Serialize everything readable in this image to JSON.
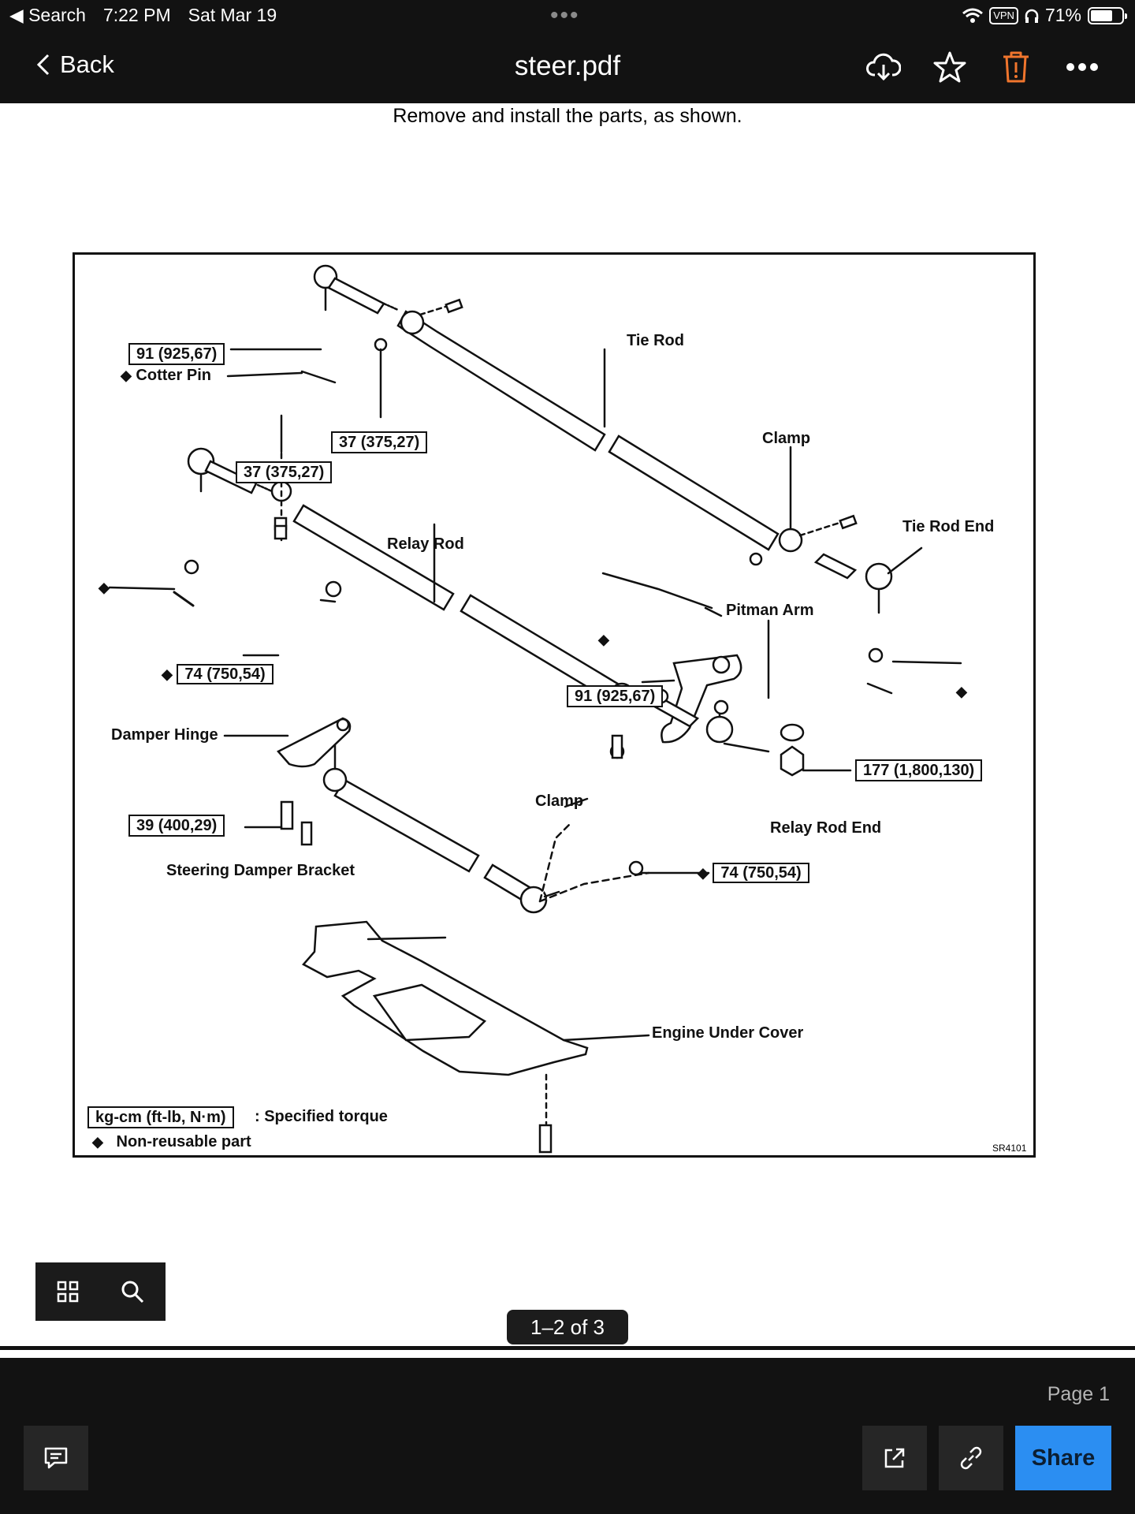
{
  "status_bar": {
    "back_app": "Search",
    "time": "7:22 PM",
    "date": "Sat Mar 19",
    "vpn": "VPN",
    "battery": "71%",
    "battery_level": 0.71
  },
  "nav": {
    "back_label": "Back",
    "title": "steer.pdf"
  },
  "page": {
    "caption": "Remove and install the parts, as shown."
  },
  "figure": {
    "labels": {
      "tie_rod": "Tie Rod",
      "clamp_top": "Clamp",
      "tie_rod_end": "Tie Rod End",
      "relay_rod": "Relay Rod",
      "pitman_arm": "Pitman Arm",
      "damper_hinge": "Damper Hinge",
      "clamp_bottom": "Clamp",
      "relay_rod_end": "Relay Rod End",
      "steering_damper_bracket": "Steering Damper Bracket",
      "engine_under_cover": "Engine Under Cover",
      "cotter_pin": "Cotter Pin",
      "specified_torque": ": Specified torque",
      "non_reusable": "Non-reusable part",
      "code": "SR4101"
    },
    "torques": {
      "t1": "91 (925,67)",
      "t2": "37 (375,27)",
      "t3": "37 (375,27)",
      "t4": "74 (750,54)",
      "t5": "91 (925,67)",
      "t6": "177 (1,800,130)",
      "t7": "39 (400,29)",
      "t8": "74 (750,54)",
      "legend_box": "kg-cm (ft-lb, N·m)"
    }
  },
  "viewer": {
    "page_indicator": "1–2 of 3",
    "page_label": "Page 1",
    "share_label": "Share"
  },
  "icons": {
    "back": "chevron-left-icon",
    "download": "cloud-download-icon",
    "star": "star-icon",
    "delete": "trash-icon",
    "more": "more-icon",
    "grid": "grid-icon",
    "search": "search-icon",
    "comment": "comment-icon",
    "open_external": "open-external-icon",
    "link": "link-icon"
  },
  "colors": {
    "delete_accent": "#f0752d",
    "share_button": "#2b8ef2"
  }
}
